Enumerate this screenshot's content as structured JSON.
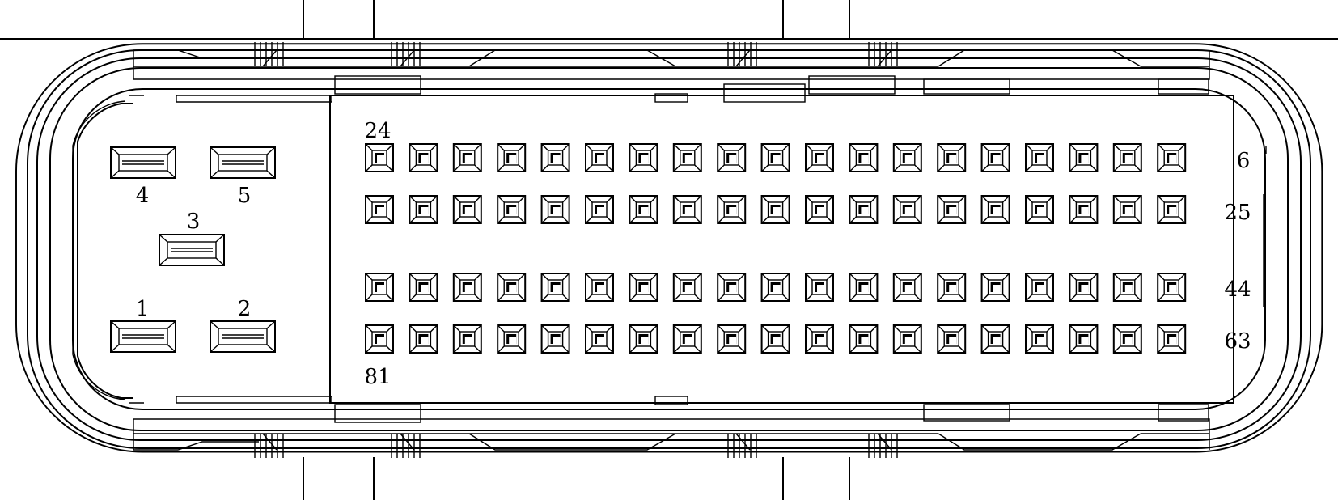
{
  "diagram": {
    "power_pins": [
      {
        "id": "pin-4",
        "label": "4",
        "label_pos": "below"
      },
      {
        "id": "pin-5",
        "label": "5",
        "label_pos": "below"
      },
      {
        "id": "pin-3",
        "label": "3",
        "label_pos": "above"
      },
      {
        "id": "pin-1",
        "label": "1",
        "label_pos": "above"
      },
      {
        "id": "pin-2",
        "label": "2",
        "label_pos": "above"
      }
    ],
    "signal_grid": {
      "rows": 4,
      "columns": 19,
      "row_end_labels": [
        "6",
        "25",
        "44",
        "63"
      ],
      "corner_labels": {
        "top_left": "24",
        "bottom_left": "81"
      }
    }
  }
}
